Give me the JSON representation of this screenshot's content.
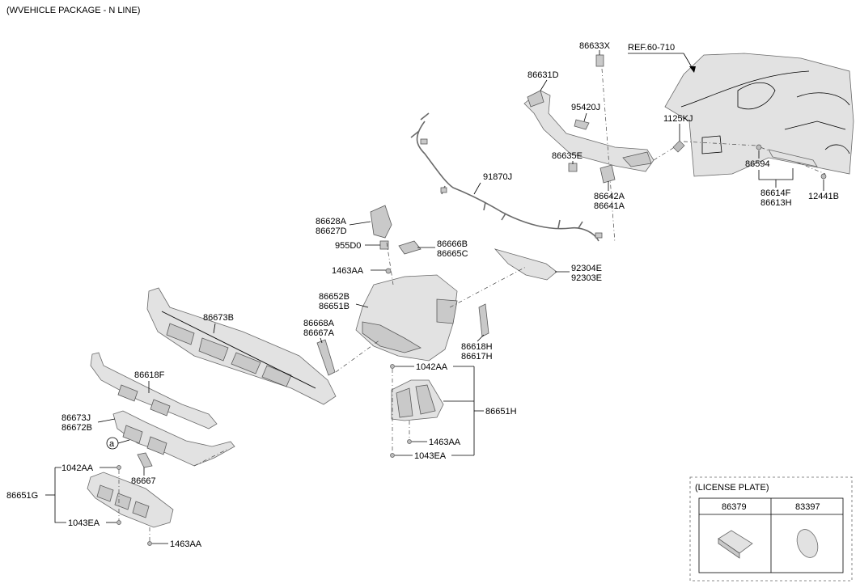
{
  "title": "(WVEHICLE PACKAGE - N LINE)",
  "reference": "REF.60-710",
  "callouts": {
    "p86633X": "86633X",
    "p86631D": "86631D",
    "p95420J": "95420J",
    "p86635E": "86635E",
    "p86642A": "86642A",
    "p86641A": "86641A",
    "p1125KJ": "1125KJ",
    "p86594": "86594",
    "p86614F": "86614F",
    "p86613H": "86613H",
    "p12441B": "12441B",
    "p91870J": "91870J",
    "p86628A": "86628A",
    "p86627D": "86627D",
    "p955D0": "955D0",
    "p86666B": "86666B",
    "p86665C": "86665C",
    "p1463AA_a": "1463AA",
    "p92304E": "92304E",
    "p92303E": "92303E",
    "p86652B": "86652B",
    "p86651B": "86651B",
    "p86673B": "86673B",
    "p86668A": "86668A",
    "p86667A": "86667A",
    "p86618H": "86618H",
    "p86617H": "86617H",
    "p1042AA_a": "1042AA",
    "p86618F": "86618F",
    "p86651H": "86651H",
    "p1463AA_b": "1463AA",
    "p1043EA_a": "1043EA",
    "p86673J": "86673J",
    "p86672B": "86672B",
    "circle_a": "a",
    "p1042AA_b": "1042AA",
    "p86667": "86667",
    "p86651G": "86651G",
    "p1043EA_b": "1043EA",
    "p1463AA_c": "1463AA"
  },
  "license_plate": {
    "heading": "(LICENSE PLATE)",
    "columns": [
      "86379",
      "83397"
    ]
  }
}
